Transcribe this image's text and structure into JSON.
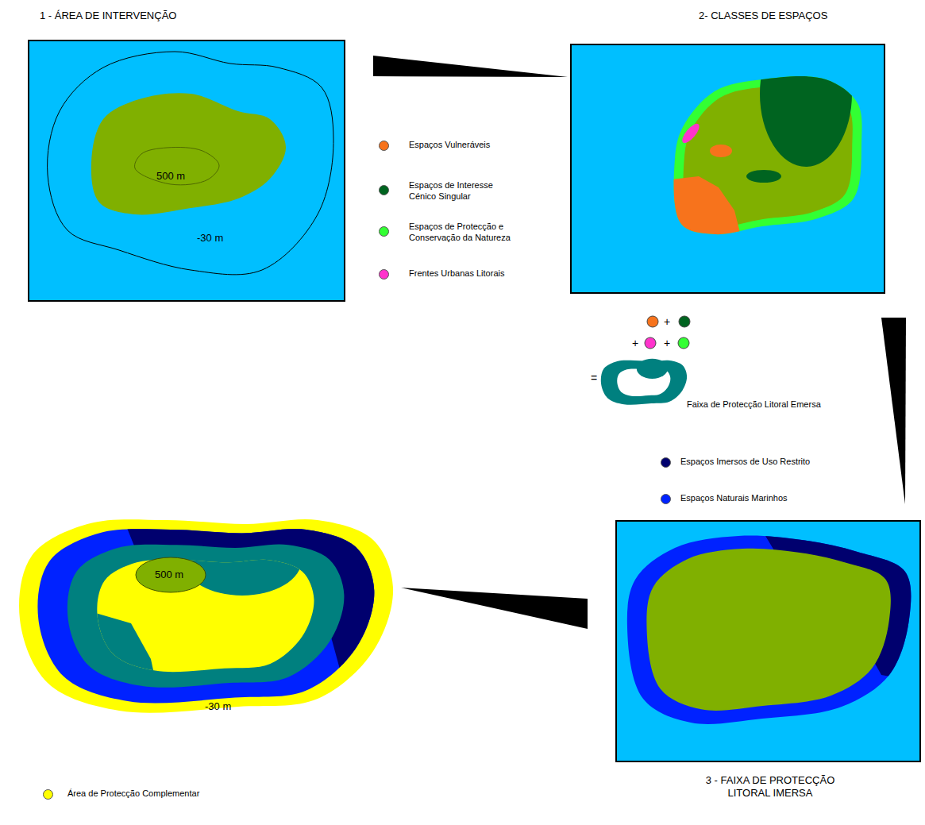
{
  "diagram": {
    "nodes": [
      {
        "text": [
          "1 - ÁREA DE INTERVENÇÃO",
          "500 m",
          "-30 m"
        ]
      },
      {
        "text": [
          "2- CLASSES DE ESPAÇOS"
        ]
      },
      {
        "text": [
          "3 - FAIXA DE PROTECÇÃO LITORAL IMERSA"
        ]
      },
      {
        "text": [
          "500 m",
          "-30 m"
        ]
      }
    ],
    "edges": [
      {
        "from": 0,
        "to": 1,
        "arrow": "to"
      },
      {
        "from": 1,
        "to": 2,
        "arrow": "to"
      },
      {
        "from": 2,
        "to": 3,
        "arrow": "to"
      }
    ],
    "labels": [
      "+",
      "+",
      "+",
      "="
    ],
    "legend": [
      {
        "text": "Espaços Vulneráveis",
        "color": "#f7731c"
      },
      {
        "text": "Espaços de Interesse Cénico Singular",
        "color": "#006420"
      },
      {
        "text": "Espaços de Protecção e Conservação da Natureza",
        "color": "#33ff33"
      },
      {
        "text": "Frentes Urbanas Litorais",
        "color": "#ff33cc"
      },
      {
        "text": "Faixa de Protecção Litoral Emersa"
      },
      {
        "text": "Espaços Imersos de Uso Restrito",
        "color": "#00006e"
      },
      {
        "text": "Espaços Naturais Marinhos",
        "color": "#0022ff"
      },
      {
        "text": "Área de Protecção Complementar",
        "color": "#ffff00"
      }
    ]
  }
}
